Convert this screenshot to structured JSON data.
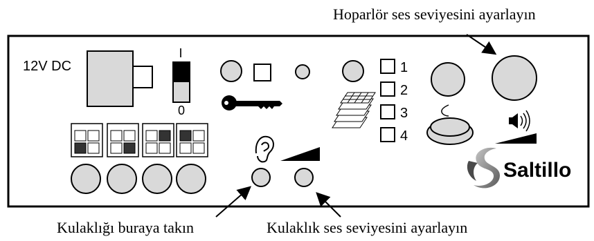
{
  "callouts": {
    "speaker_volume": "Hoparlör ses seviyesini ayarlayın",
    "earphone_jack": "Kulaklığı buraya takın",
    "earphone_volume": "Kulaklık ses seviyesini ayarlayın"
  },
  "panel": {
    "power_label": "12V DC",
    "switch_on": "I",
    "switch_off": "0",
    "channels": [
      "1",
      "2",
      "3",
      "4"
    ],
    "brand": "Saltillo"
  },
  "colors": {
    "button_fill": "#d9d9d9",
    "outline": "#000000",
    "dark_square": "#333333"
  },
  "icons": {
    "key": "key-icon",
    "ear": "ear-icon",
    "speaker": "speaker-icon",
    "grid_stack": "grid-stack-icon",
    "switch_button": "mouse-switch-icon",
    "logo": "saltillo-logo"
  }
}
